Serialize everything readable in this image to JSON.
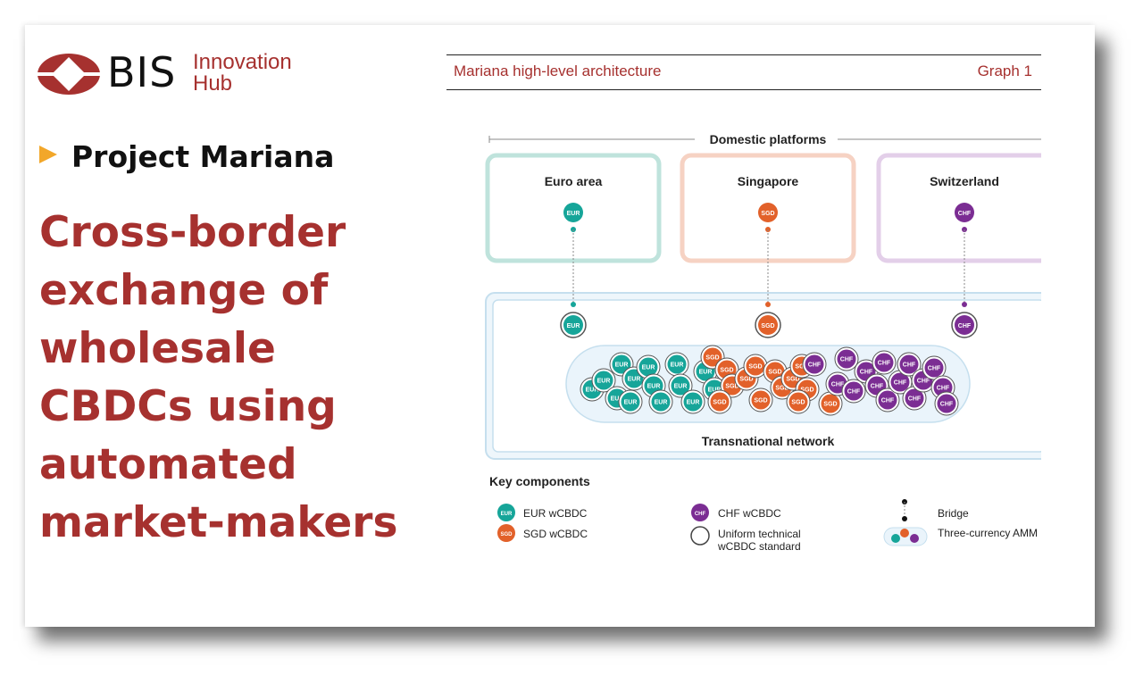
{
  "logo": {
    "name": "BIS",
    "sub_line1": "Innovation",
    "sub_line2": "Hub"
  },
  "project": "Project Mariana",
  "headline": [
    "Cross-border",
    "exchange of",
    "wholesale",
    "CBDCs using",
    "automated",
    "market-makers"
  ],
  "graph": {
    "title": "Mariana high-level architecture",
    "number": "Graph 1",
    "domestic_label": "Domestic platforms",
    "platforms": [
      {
        "name": "Euro area",
        "code": "EUR",
        "color": "#16a599",
        "border": "#bfe3dc"
      },
      {
        "name": "Singapore",
        "code": "SGD",
        "color": "#e2612a",
        "border": "#f6d2c3"
      },
      {
        "name": "Switzerland",
        "code": "CHF",
        "color": "#7b2d93",
        "border": "#e3cfe9"
      }
    ],
    "network_label": "Transnational network",
    "key_title": "Key components",
    "key_items": {
      "eur": "EUR wCBDC",
      "sgd": "SGD wCBDC",
      "chf": "CHF wCBDC",
      "uniform_1": "Uniform technical",
      "uniform_2": "wCBDC standard",
      "bridge": "Bridge",
      "amm": "Three-currency AMM"
    },
    "colors": {
      "eur": "#16a599",
      "sgd": "#e2612a",
      "chf": "#7b2d93",
      "network_bg": "#e8f3fa",
      "network_border": "#c5dfee"
    }
  }
}
